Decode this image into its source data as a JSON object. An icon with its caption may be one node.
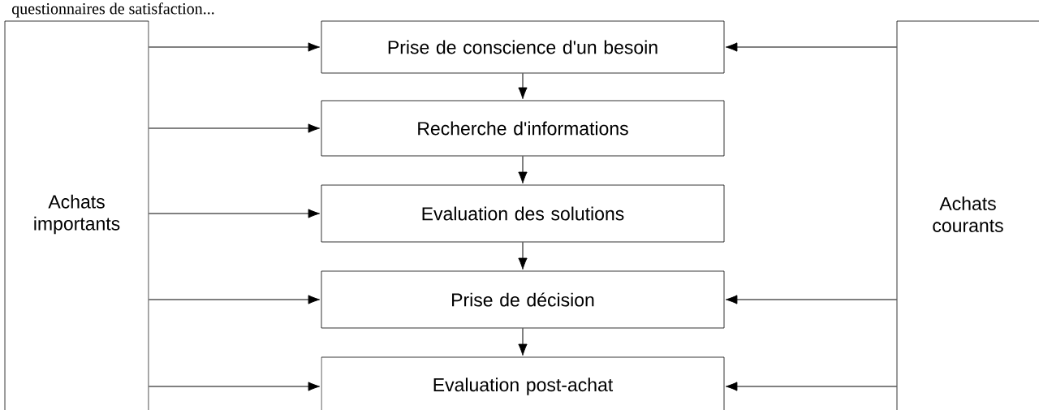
{
  "diagram": {
    "nodes": [
      {
        "text": [
          "Achats importants"
        ]
      },
      {
        "text": [
          "Prise de conscience d'un besoin"
        ]
      },
      {
        "text": [
          "Recherche d'informations"
        ]
      },
      {
        "text": [
          "Evaluation des solutions"
        ]
      },
      {
        "text": [
          "Prise de décision"
        ]
      },
      {
        "text": [
          "Evaluation post-achat"
        ]
      },
      {
        "text": [
          "Achats courants"
        ]
      }
    ],
    "edges": [
      {
        "from": 0,
        "to": 1,
        "arrow": "to"
      },
      {
        "from": 0,
        "to": 2,
        "arrow": "to"
      },
      {
        "from": 0,
        "to": 3,
        "arrow": "to"
      },
      {
        "from": 0,
        "to": 4,
        "arrow": "to"
      },
      {
        "from": 0,
        "to": 5,
        "arrow": "to"
      },
      {
        "from": 1,
        "to": 2,
        "arrow": "to"
      },
      {
        "from": 2,
        "to": 3,
        "arrow": "to"
      },
      {
        "from": 3,
        "to": 4,
        "arrow": "to"
      },
      {
        "from": 4,
        "to": 5,
        "arrow": "to"
      },
      {
        "from": 6,
        "to": 1,
        "arrow": "to"
      },
      {
        "from": 6,
        "to": 4,
        "arrow": "to"
      },
      {
        "from": 6,
        "to": 5,
        "arrow": "to"
      }
    ],
    "labels": [
      "questionnaires de satisfaction..."
    ]
  }
}
